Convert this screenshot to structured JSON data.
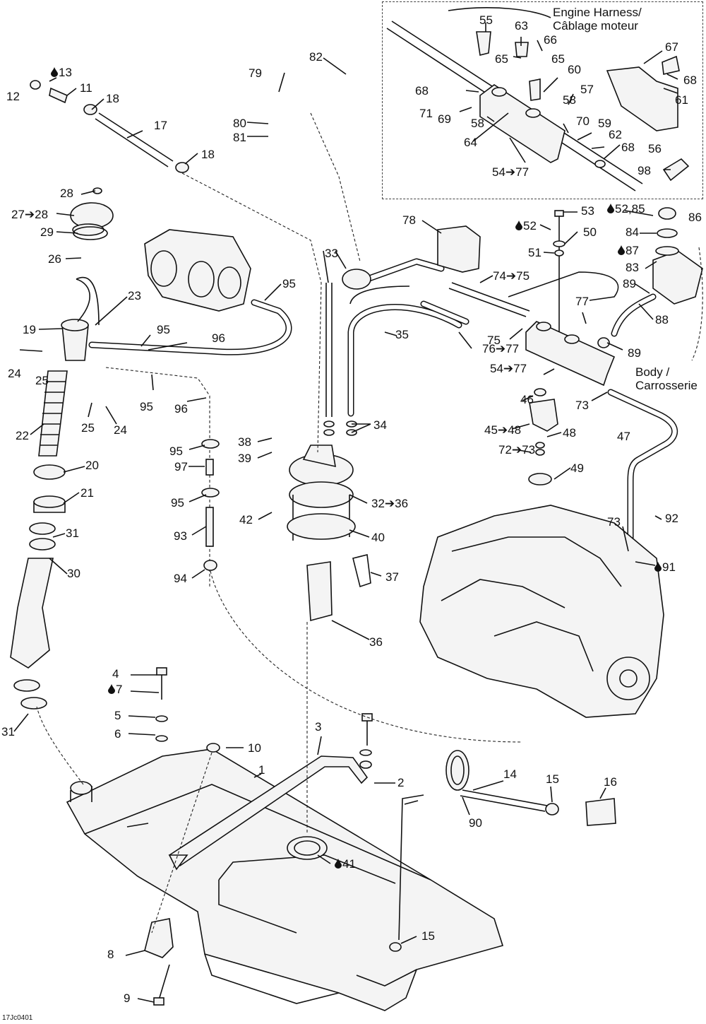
{
  "notes": {
    "engine_harness_line1": "Engine Harness/",
    "engine_harness_line2": "Câblage moteur",
    "body_line1": "Body /",
    "body_line2": "Carrosserie",
    "catalog_code": "17Jc0401"
  },
  "callouts": [
    {
      "text": "55",
      "drop": false
    },
    {
      "text": "63",
      "drop": false
    },
    {
      "text": "66",
      "drop": false
    },
    {
      "text": "65",
      "drop": false
    },
    {
      "text": "65",
      "drop": false
    },
    {
      "text": "67",
      "drop": false
    },
    {
      "text": "68",
      "drop": false
    },
    {
      "text": "60",
      "drop": false
    },
    {
      "text": "68",
      "drop": false
    },
    {
      "text": "57",
      "drop": false
    },
    {
      "text": "61",
      "drop": false
    },
    {
      "text": "58",
      "drop": false
    },
    {
      "text": "71",
      "drop": false
    },
    {
      "text": "69",
      "drop": false
    },
    {
      "text": "58",
      "drop": false
    },
    {
      "text": "70",
      "drop": false
    },
    {
      "text": "59",
      "drop": false
    },
    {
      "text": "62",
      "drop": false
    },
    {
      "text": "64",
      "drop": false
    },
    {
      "text": "68",
      "drop": false
    },
    {
      "text": "56",
      "drop": false
    },
    {
      "text": "54➔77",
      "drop": false
    },
    {
      "text": "98",
      "drop": false
    },
    {
      "text": "13",
      "drop": true
    },
    {
      "text": "12",
      "drop": false
    },
    {
      "text": "11",
      "drop": false
    },
    {
      "text": "18",
      "drop": false
    },
    {
      "text": "17",
      "drop": false
    },
    {
      "text": "18",
      "drop": false
    },
    {
      "text": "82",
      "drop": false
    },
    {
      "text": "79",
      "drop": false
    },
    {
      "text": "80",
      "drop": false
    },
    {
      "text": "81",
      "drop": false
    },
    {
      "text": "28",
      "drop": false
    },
    {
      "text": "27➔28",
      "drop": false
    },
    {
      "text": "29",
      "drop": false
    },
    {
      "text": "26",
      "drop": false
    },
    {
      "text": "23",
      "drop": false
    },
    {
      "text": "19",
      "drop": false
    },
    {
      "text": "95",
      "drop": false
    },
    {
      "text": "95",
      "drop": false
    },
    {
      "text": "96",
      "drop": false
    },
    {
      "text": "24",
      "drop": false
    },
    {
      "text": "25",
      "drop": false
    },
    {
      "text": "95",
      "drop": false
    },
    {
      "text": "96",
      "drop": false
    },
    {
      "text": "25",
      "drop": false
    },
    {
      "text": "24",
      "drop": false
    },
    {
      "text": "22",
      "drop": false
    },
    {
      "text": "20",
      "drop": false
    },
    {
      "text": "21",
      "drop": false
    },
    {
      "text": "31",
      "drop": false
    },
    {
      "text": "30",
      "drop": false
    },
    {
      "text": "78",
      "drop": false
    },
    {
      "text": "53",
      "drop": false
    },
    {
      "text": "52",
      "drop": true
    },
    {
      "text": "50",
      "drop": false
    },
    {
      "text": "51",
      "drop": false
    },
    {
      "text": "52,85",
      "drop": true
    },
    {
      "text": "86",
      "drop": false
    },
    {
      "text": "84",
      "drop": false
    },
    {
      "text": "87",
      "drop": true
    },
    {
      "text": "83",
      "drop": false
    },
    {
      "text": "89",
      "drop": false
    },
    {
      "text": "88",
      "drop": false
    },
    {
      "text": "89",
      "drop": false
    },
    {
      "text": "33",
      "drop": false
    },
    {
      "text": "74➔75",
      "drop": false
    },
    {
      "text": "77",
      "drop": false
    },
    {
      "text": "35",
      "drop": false
    },
    {
      "text": "75",
      "drop": false
    },
    {
      "text": "76➔77",
      "drop": false
    },
    {
      "text": "54➔77",
      "drop": false
    },
    {
      "text": "46",
      "drop": false
    },
    {
      "text": "73",
      "drop": false
    },
    {
      "text": "45➔48",
      "drop": false
    },
    {
      "text": "48",
      "drop": false
    },
    {
      "text": "72➔73",
      "drop": false
    },
    {
      "text": "47",
      "drop": false
    },
    {
      "text": "49",
      "drop": false
    },
    {
      "text": "34",
      "drop": false
    },
    {
      "text": "38",
      "drop": false
    },
    {
      "text": "39",
      "drop": false
    },
    {
      "text": "95",
      "drop": false
    },
    {
      "text": "97",
      "drop": false
    },
    {
      "text": "95",
      "drop": false
    },
    {
      "text": "32➔36",
      "drop": false
    },
    {
      "text": "42",
      "drop": false
    },
    {
      "text": "40",
      "drop": false
    },
    {
      "text": "93",
      "drop": false
    },
    {
      "text": "73",
      "drop": false
    },
    {
      "text": "92",
      "drop": false
    },
    {
      "text": "91",
      "drop": true
    },
    {
      "text": "94",
      "drop": false
    },
    {
      "text": "37",
      "drop": false
    },
    {
      "text": "36",
      "drop": false
    },
    {
      "text": "4",
      "drop": false
    },
    {
      "text": "7",
      "drop": true
    },
    {
      "text": "5",
      "drop": false
    },
    {
      "text": "6",
      "drop": false
    },
    {
      "text": "31",
      "drop": false
    },
    {
      "text": "10",
      "drop": false
    },
    {
      "text": "3",
      "drop": false
    },
    {
      "text": "1",
      "drop": false
    },
    {
      "text": "2",
      "drop": false
    },
    {
      "text": "14",
      "drop": false
    },
    {
      "text": "15",
      "drop": false
    },
    {
      "text": "16",
      "drop": false
    },
    {
      "text": "90",
      "drop": false
    },
    {
      "text": "41",
      "drop": true
    },
    {
      "text": "15",
      "drop": false
    },
    {
      "text": "8",
      "drop": false
    },
    {
      "text": "9",
      "drop": false
    }
  ]
}
